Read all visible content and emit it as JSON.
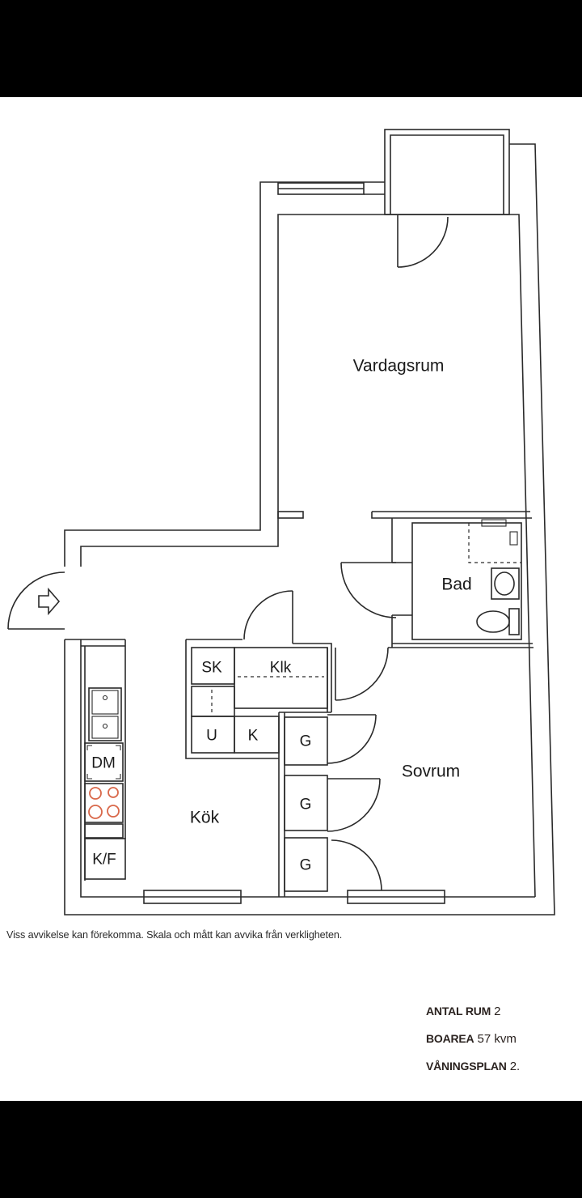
{
  "rooms": {
    "vardagsrum": "Vardagsrum",
    "bad": "Bad",
    "sovrum": "Sovrum",
    "kok": "Kök",
    "sk": "SK",
    "klk": "Klk",
    "u": "U",
    "k": "K",
    "g1": "G",
    "g2": "G",
    "g3": "G",
    "dm": "DM",
    "kf": "K/F"
  },
  "disclaimer": "Viss avvikelse kan förekomma. Skala och mått kan avvika från verkligheten.",
  "summary": {
    "rooms_label": "ANTAL RUM",
    "rooms_value": "2",
    "area_label": "BOAREA",
    "area_value": "57 kvm",
    "floor_label": "VÅNINGSPLAN",
    "floor_value": "2."
  },
  "icons": {
    "entrance": "entrance-arrow-icon",
    "sink": "kitchen-sink-icon",
    "stove": "stove-icon",
    "bath_sink": "washbasin-icon",
    "toilet": "toilet-icon"
  },
  "colors": {
    "bars": "#000000",
    "paper": "#ffffff",
    "ink": "#2a2a2a",
    "stove": "#d9684a"
  }
}
